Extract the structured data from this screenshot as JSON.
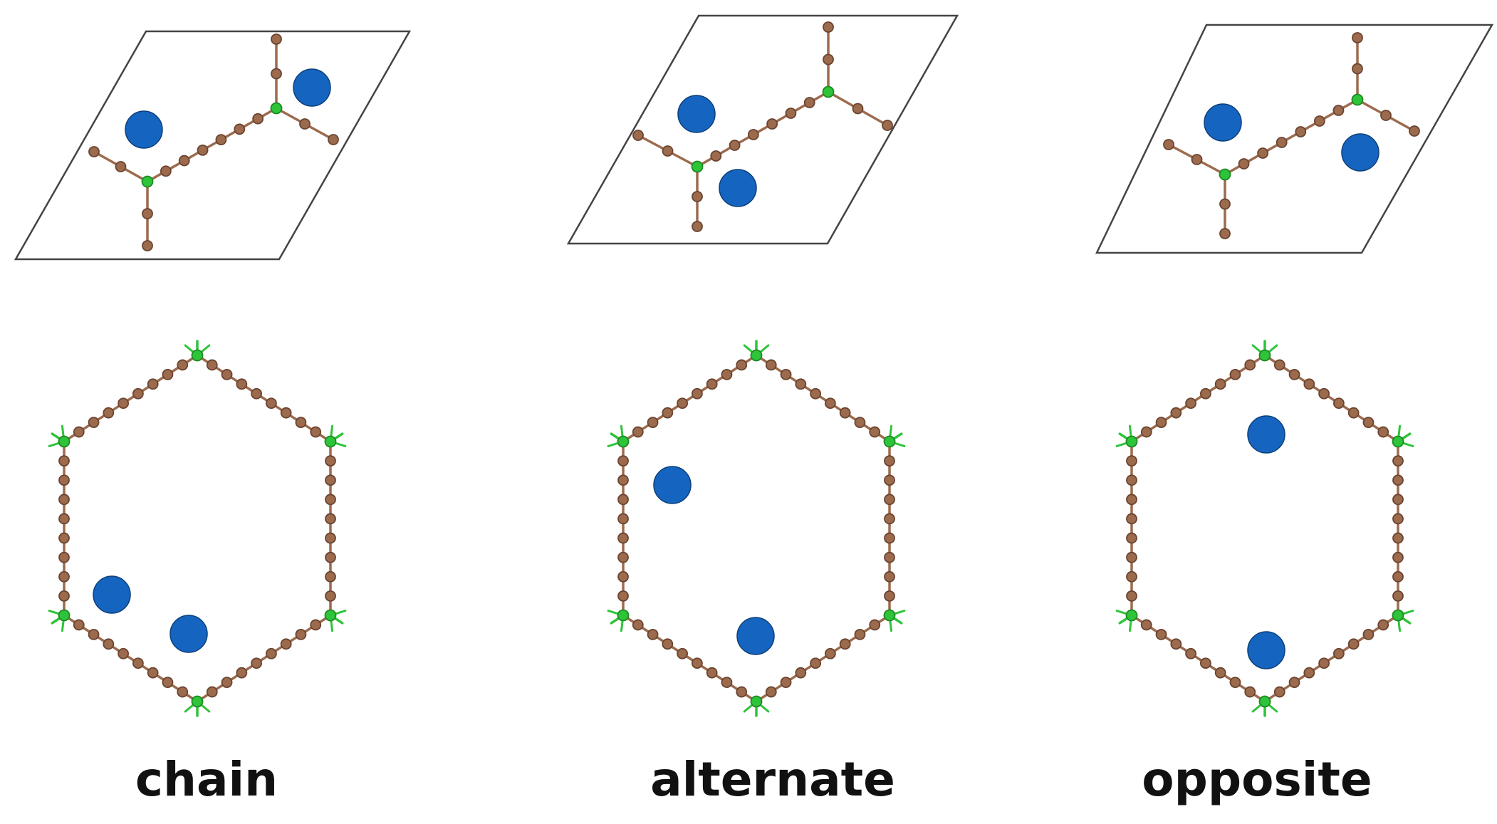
{
  "colors": {
    "carbon_atom": "#9c6b4e",
    "carbon_outline": "#6b4430",
    "junction_atom": "#2ec43a",
    "junction_outline": "#1d8a24",
    "adatom": "#1565c0",
    "adatom_outline": "#0d3f7a",
    "cell_outline": "#444444"
  },
  "configurations": [
    {
      "label": "chain"
    },
    {
      "label": "alternate"
    },
    {
      "label": "opposite"
    }
  ]
}
